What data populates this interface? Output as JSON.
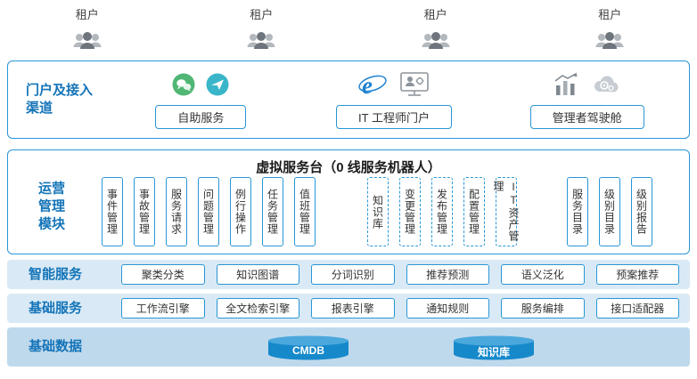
{
  "colors": {
    "border_blue": "#2996d6",
    "label_blue": "#1474b8",
    "row_bg": "#d9eaf6",
    "data_row_bg": "#bfd9ec",
    "cylinder_body": "#1689cb",
    "cylinder_top": "#4aa8dc",
    "wechat_green": "#4fb674",
    "plane_teal": "#3ab5c9",
    "ie_blue": "#1e82d2",
    "icon_gray": "#8d949b"
  },
  "icons": [
    "tenant-group-icon",
    "wechat-icon",
    "paper-plane-icon",
    "ie-browser-icon",
    "engineer-monitor-icon",
    "bar-chart-icon",
    "cloud-gear-icon",
    "cmdb-cylinder",
    "knowledge-cylinder"
  ],
  "tenants": {
    "label": "租户"
  },
  "portal": {
    "label": "门户及接入渠道",
    "groups": [
      {
        "button": "自助服务"
      },
      {
        "button": "IT 工程师门户"
      },
      {
        "button": "管理者驾驶舱"
      }
    ]
  },
  "ops": {
    "title": "虚拟服务台（0 线服务机器人）",
    "label": "运营管理模块",
    "solid_left": [
      "事件管理",
      "事故管理",
      "服务请求",
      "问题管理",
      "例行操作",
      "任务管理",
      "值班管理"
    ],
    "dashed": [
      "知识库",
      "变更管理",
      "发布管理",
      "配置管理",
      "IT资产管理"
    ],
    "solid_right": [
      "服务目录",
      "级别目录",
      "级别报告"
    ]
  },
  "smart": {
    "label": "智能服务",
    "items": [
      "聚类分类",
      "知识图谱",
      "分词识别",
      "推荐预测",
      "语义泛化",
      "预案推荐"
    ]
  },
  "base_services": {
    "label": "基础服务",
    "items": [
      "工作流引擎",
      "全文检索引擎",
      "报表引擎",
      "通知规则",
      "服务编排",
      "接口适配器"
    ]
  },
  "base_data": {
    "label": "基础数据",
    "items": [
      "CMDB",
      "知识库"
    ]
  }
}
